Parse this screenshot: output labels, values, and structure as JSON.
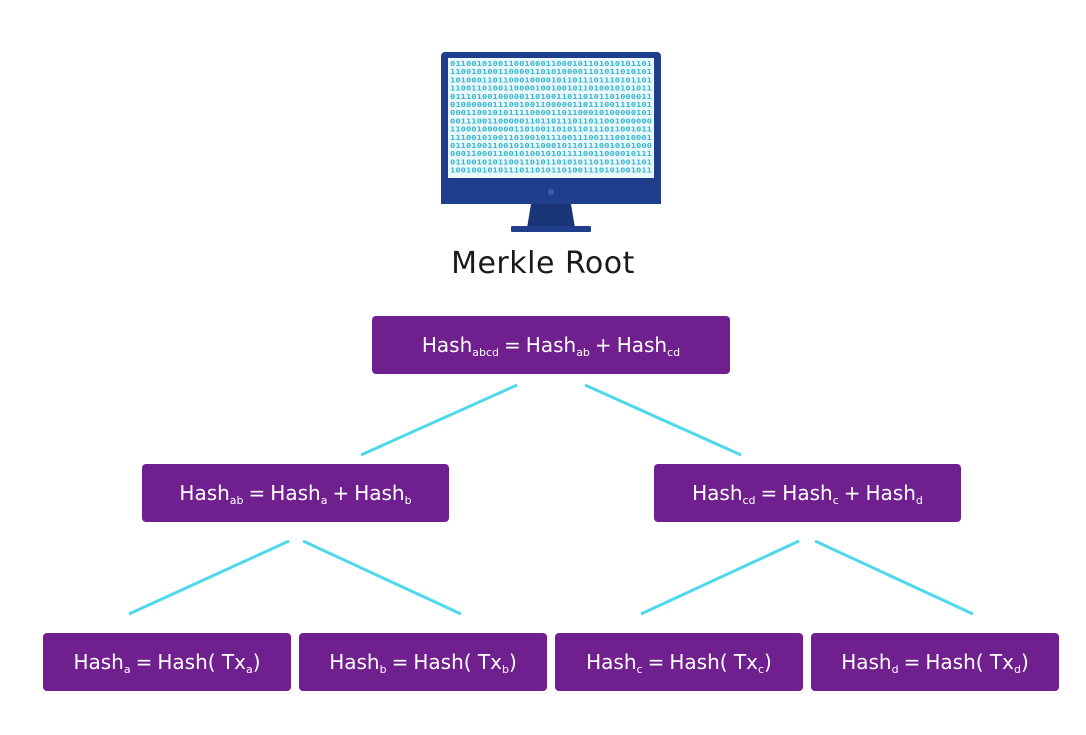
{
  "title": "Merkle Root",
  "colors": {
    "node_fill": "#701f8e",
    "node_text": "#ffffff",
    "connector": "#4fd8ec",
    "monitor_body": "#1f3f8c",
    "monitor_screen": "#e9f8fb",
    "binary_text": "#3ab6cf"
  },
  "monitor": {
    "binary_lines": [
      "01100101001100100011000101101010101101",
      "11001010011000011010100001101011010101",
      "10100011011000100001011011101110101101",
      "11001101001100001001001011010010101011",
      "01110100100000110100110110101101000011",
      "01000000111001001100000110111001110101",
      "00011001010111100001101100010100000101",
      "00111001100000110110111011011001000000",
      "11000100000011010011010110111011001011",
      "11100101001101001011100111001110010001",
      "01101001100101011000101101110010101000",
      "00011000110010100101011110011000010111",
      "01100101011001101011010101101011001101",
      "10010010101110110101101001110101001011"
    ]
  },
  "nodes": {
    "root": {
      "lhs": "Hash",
      "lhs_sub": "abcd",
      "eq": "=",
      "t1": "Hash",
      "t1_sub": "ab",
      "plus": "+",
      "t2": "Hash",
      "t2_sub": "cd"
    },
    "ab": {
      "lhs": "Hash",
      "lhs_sub": "ab",
      "eq": "=",
      "t1": "Hash",
      "t1_sub": "a",
      "plus": "+",
      "t2": "Hash",
      "t2_sub": "b"
    },
    "cd": {
      "lhs": "Hash",
      "lhs_sub": "cd",
      "eq": "=",
      "t1": "Hash",
      "t1_sub": "c",
      "plus": "+",
      "t2": "Hash",
      "t2_sub": "d"
    },
    "a": {
      "lhs": "Hash",
      "lhs_sub": "a",
      "eq": "=",
      "fn": "Hash( Tx",
      "fn_sub": "a",
      "close": " )"
    },
    "b": {
      "lhs": "Hash",
      "lhs_sub": "b",
      "eq": "=",
      "fn": "Hash( Tx",
      "fn_sub": "b",
      "close": " )"
    },
    "c": {
      "lhs": "Hash",
      "lhs_sub": "c",
      "eq": "=",
      "fn": "Hash( Tx",
      "fn_sub": "c",
      "close": " )"
    },
    "d": {
      "lhs": "Hash",
      "lhs_sub": "d",
      "eq": "=",
      "fn": "Hash( Tx",
      "fn_sub": "d",
      "close": " )"
    }
  }
}
